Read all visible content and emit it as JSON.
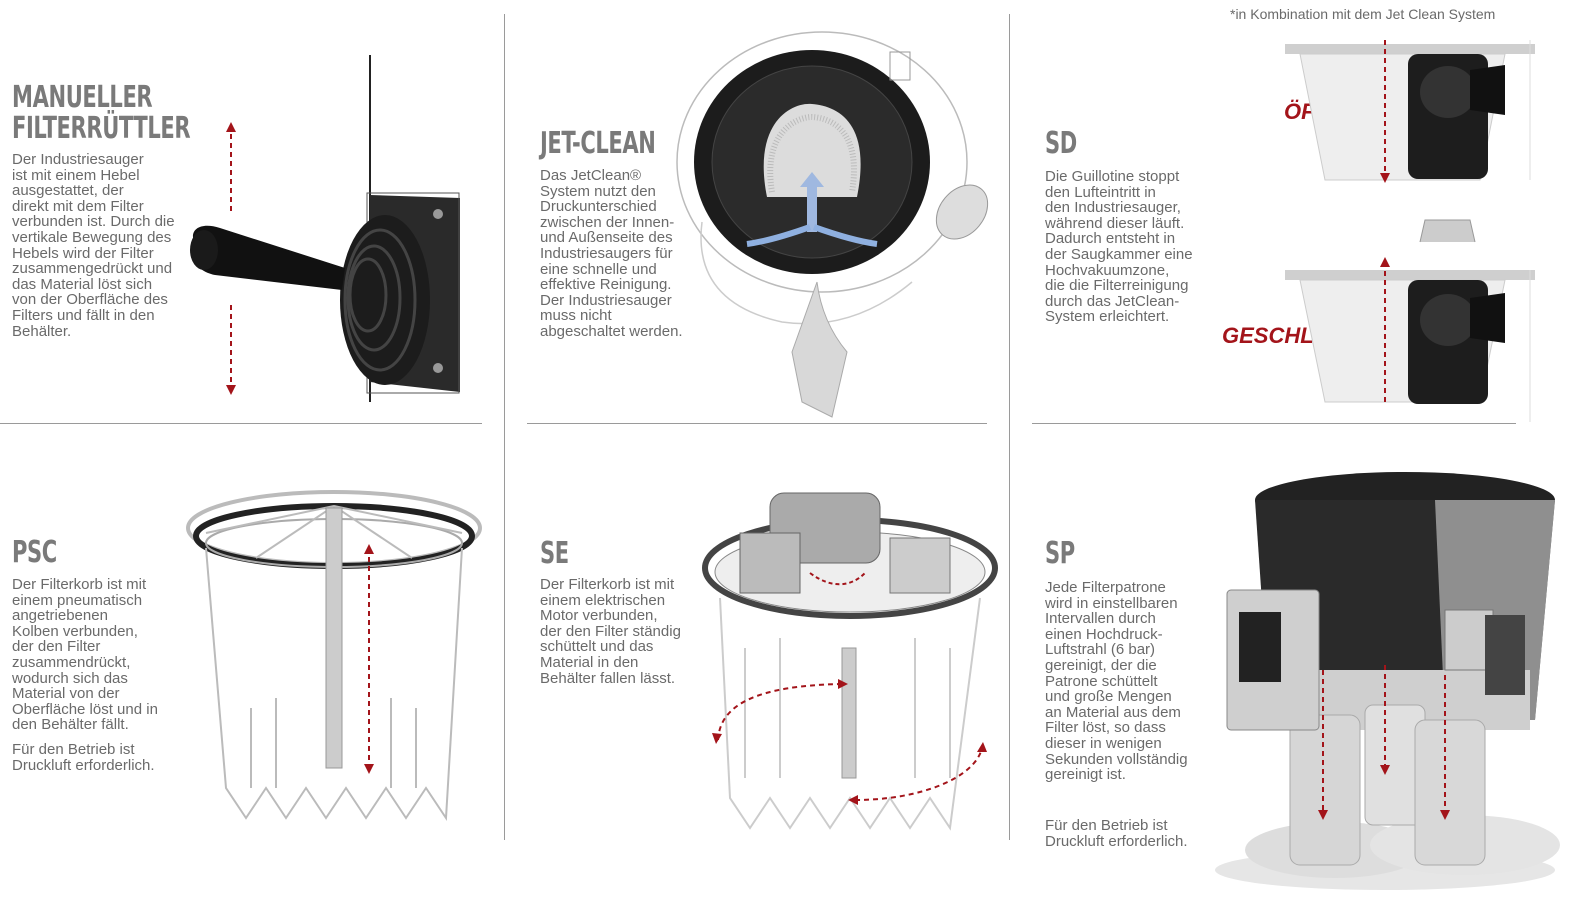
{
  "footnote": "*in Kombination mit dem Jet Clean System",
  "colors": {
    "accent_red": "#a3141a",
    "title_gray": "#7a7a7a",
    "text_gray": "#6a6a6a",
    "divider": "#9a9a9a"
  },
  "sections": {
    "manual": {
      "title_line1": "MANUELLER",
      "title_line2": "FILTERRÜTTLER",
      "text": "Der Industriesauger\nist mit einem Hebel\nausgestattet, der\ndirekt mit dem Filter\nverbunden ist. Durch die\nvertikale Bewegung des\nHebels wird der Filter\nzusammengedrückt und\ndas Material löst sich\nvon der Oberfläche des\nFilters und fällt in den\nBehälter.",
      "image_icon": "lever-shaker-icon"
    },
    "jetclean": {
      "title": "JET-CLEAN",
      "text": "Das JetClean®\nSystem nutzt den\nDruckunterschied\nzwischen der Innen-\nund Außenseite des\nIndustriesaugers für\neine schnelle und\neffektive Reinigung.\nDer Industriesauger\nmuss nicht\nabgeschaltet werden.",
      "image_icon": "jet-clean-icon"
    },
    "sd": {
      "title": "SD",
      "text": "Die Guillotine stoppt\nden Lufteintritt in\nden Industriesauger,\nwährend dieser läuft.\nDadurch entsteht in\nder Saugkammer eine\nHochvakuumzone,\ndie die Filterreinigung\ndurch das JetClean-\nSystem erleichtert.",
      "label_open": "ÖFFNEN",
      "label_closed": "GESCHLOSSEN",
      "image_icon": "guillotine-valve-icon"
    },
    "psc": {
      "title": "PSC",
      "text": "Der Filterkorb ist mit\neinem pneumatisch\nangetriebenen\nKolben verbunden,\nder den Filter\nzusammendrückt,\nwodurch sich das\nMaterial von der\nOberfläche löst und in\nden Behälter fällt.",
      "text2": "Für den Betrieb ist\nDruckluft erforderlich.",
      "image_icon": "pneumatic-basket-icon"
    },
    "se": {
      "title": "SE",
      "text": "Der Filterkorb ist mit\neinem elektrischen\nMotor verbunden,\nder den Filter ständig\nschüttelt und das\nMaterial in den\nBehälter fallen lässt.",
      "image_icon": "electric-motor-basket-icon"
    },
    "sp": {
      "title": "SP",
      "text": "Jede Filterpatrone\nwird in einstellbaren\nIntervallen durch\neinen Hochdruck-\nLuftstrahl (6 bar)\ngereinigt, der die\nPatrone schüttelt\nund große Mengen\nan Material aus dem\nFilter löst, so dass\ndieser in wenigen\nSekunden vollständig\ngereinigt ist.",
      "text2": "Für den Betrieb ist\nDruckluft erforderlich.",
      "image_icon": "pulse-cartridge-icon"
    }
  }
}
